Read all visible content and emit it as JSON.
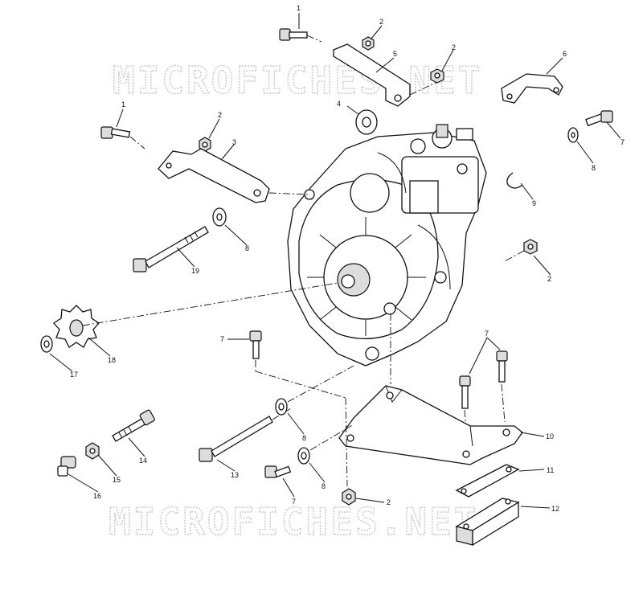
{
  "watermark": {
    "text": "MICROFICHES.NET"
  },
  "callouts": [
    {
      "id": "c1a",
      "text": "1"
    },
    {
      "id": "c2a",
      "text": "2"
    },
    {
      "id": "c2b",
      "text": "2"
    },
    {
      "id": "c5",
      "text": "5"
    },
    {
      "id": "c6",
      "text": "6"
    },
    {
      "id": "c4",
      "text": "4"
    },
    {
      "id": "c1b",
      "text": "1"
    },
    {
      "id": "c2c",
      "text": "2"
    },
    {
      "id": "c3",
      "text": "3"
    },
    {
      "id": "c7a",
      "text": "7"
    },
    {
      "id": "c8a",
      "text": "8"
    },
    {
      "id": "c9",
      "text": "9"
    },
    {
      "id": "c8b",
      "text": "8"
    },
    {
      "id": "c19",
      "text": "19"
    },
    {
      "id": "c2d",
      "text": "2"
    },
    {
      "id": "c18",
      "text": "18"
    },
    {
      "id": "c17",
      "text": "17"
    },
    {
      "id": "c7b",
      "text": "7"
    },
    {
      "id": "c7c",
      "text": "7"
    },
    {
      "id": "c10",
      "text": "10"
    },
    {
      "id": "c8c",
      "text": "8"
    },
    {
      "id": "c14",
      "text": "14"
    },
    {
      "id": "c13",
      "text": "13"
    },
    {
      "id": "c15",
      "text": "15"
    },
    {
      "id": "c8d",
      "text": "8"
    },
    {
      "id": "c11",
      "text": "11"
    },
    {
      "id": "c16",
      "text": "16"
    },
    {
      "id": "c7d",
      "text": "7"
    },
    {
      "id": "c2e",
      "text": "2"
    },
    {
      "id": "c12",
      "text": "12"
    }
  ]
}
